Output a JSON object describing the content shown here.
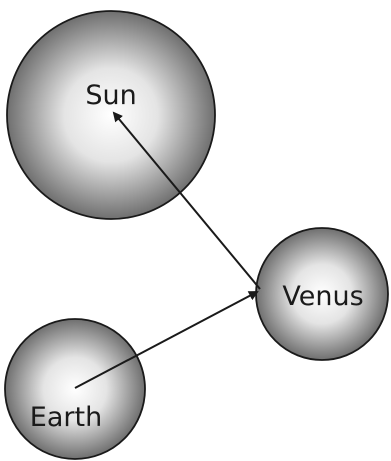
{
  "diagram": {
    "bodies": [
      {
        "id": "sun",
        "label": "Sun"
      },
      {
        "id": "venus",
        "label": "Venus"
      },
      {
        "id": "earth",
        "label": "Earth"
      }
    ],
    "arrows": [
      {
        "from": "earth",
        "to": "venus"
      },
      {
        "from": "venus",
        "to": "sun"
      }
    ],
    "colors": {
      "sphere_highlight": "#ffffff",
      "sphere_shadow": "#6f6f6f",
      "outline": "#1a1a1a",
      "arrow": "#1a1a1a",
      "text": "#1a1a1a"
    }
  }
}
